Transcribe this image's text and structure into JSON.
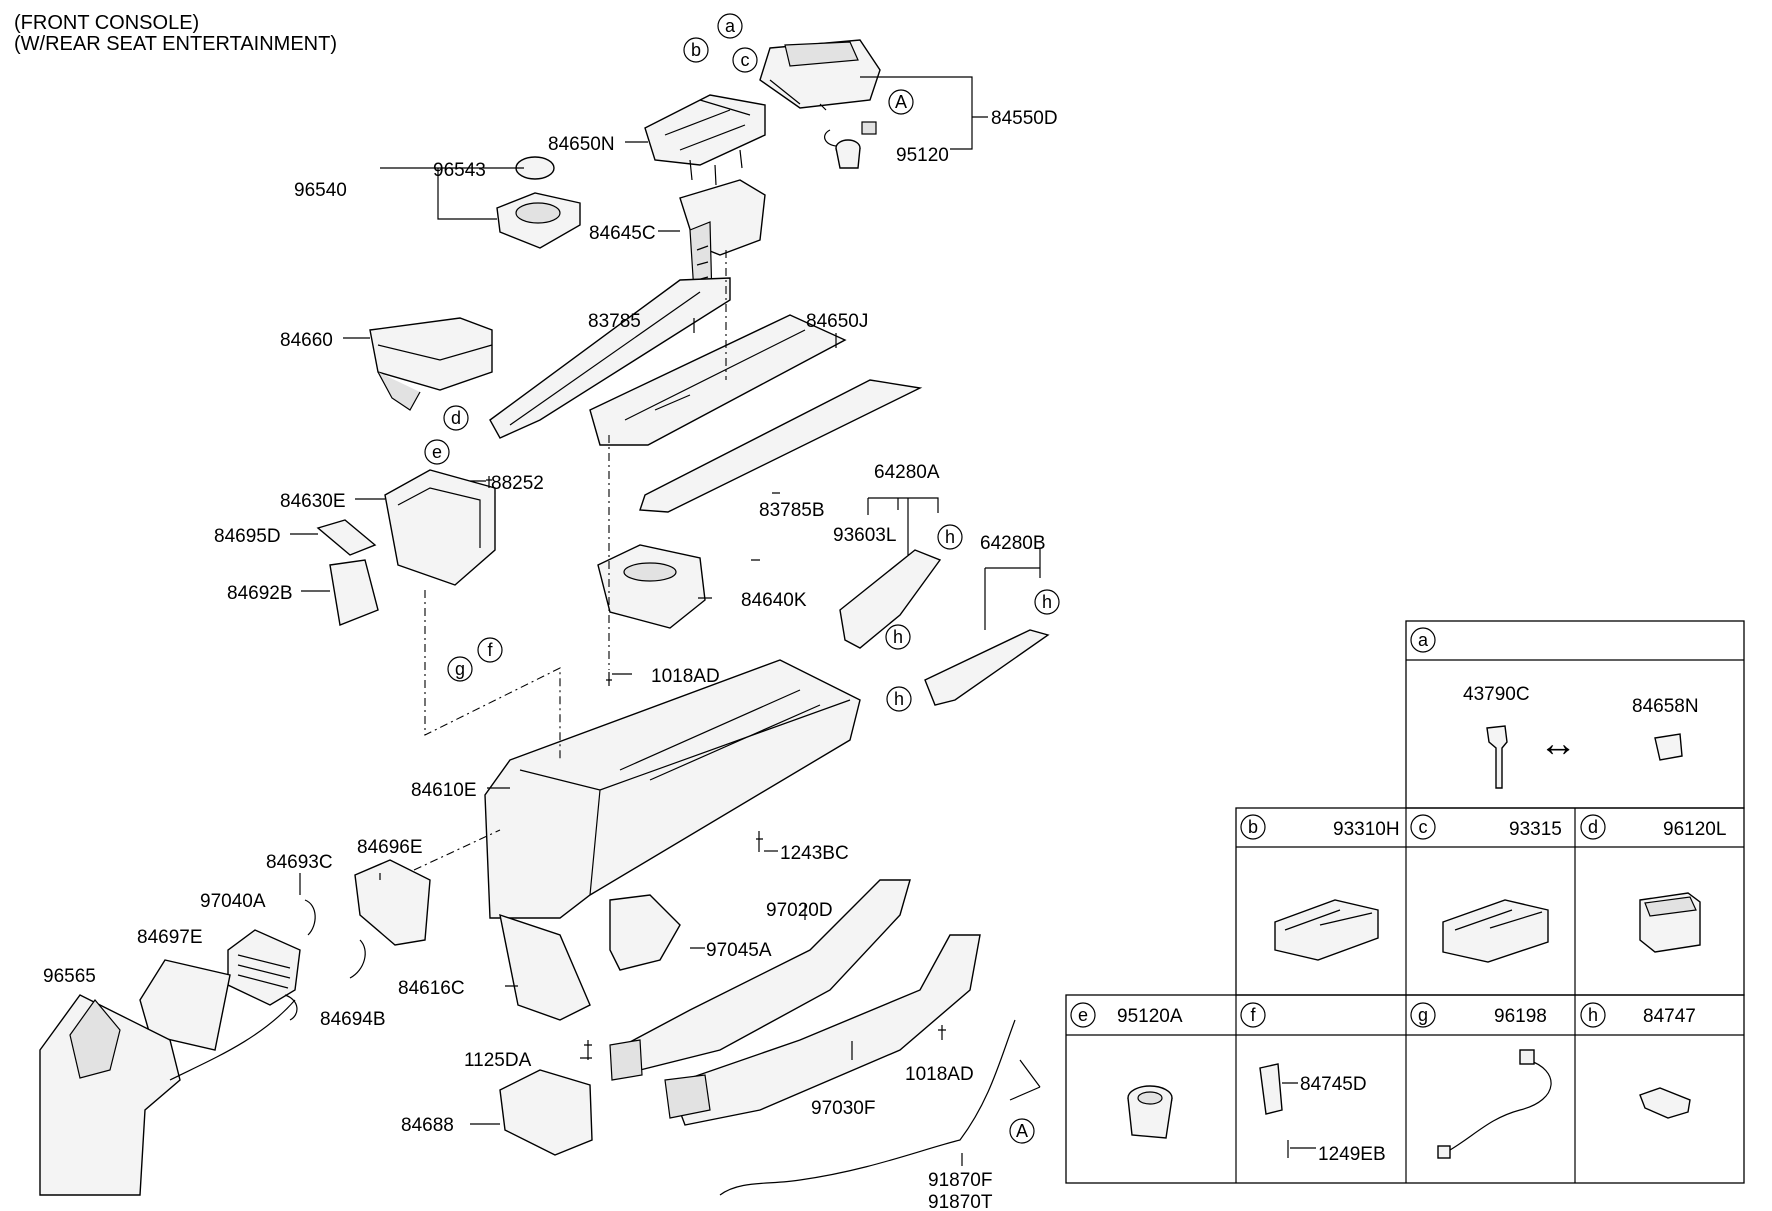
{
  "title": [
    "(FRONT CONSOLE)",
    "(W/REAR SEAT ENTERTAINMENT)"
  ],
  "callouts": {
    "p84550D": "84550D",
    "p95120": "95120",
    "p84650N": "84650N",
    "p96543": "96543",
    "p96540": "96540",
    "p84645C": "84645C",
    "p83785": "83785",
    "p84650J": "84650J",
    "p84660": "84660",
    "p88252": "88252",
    "p84630E": "84630E",
    "p84695D": "84695D",
    "p84692B": "84692B",
    "p83785B": "83785B",
    "p64280A": "64280A",
    "p93603L": "93603L",
    "p64280B": "64280B",
    "p84640K": "84640K",
    "p1018AD_a": "1018AD",
    "p84610E": "84610E",
    "p1243BC": "1243BC",
    "p84693C": "84693C",
    "p84696E": "84696E",
    "p97040A": "97040A",
    "p84697E": "84697E",
    "p96565": "96565",
    "p84694B": "84694B",
    "p97020D": "97020D",
    "p97045A": "97045A",
    "p84616C": "84616C",
    "p1125DA": "1125DA",
    "p1018AD_b": "1018AD",
    "p97030F": "97030F",
    "p84688": "84688",
    "p91870F": "91870F",
    "p91870T": "91870T"
  },
  "letters": {
    "a": "a",
    "b": "b",
    "c": "c",
    "d": "d",
    "e": "e",
    "f": "f",
    "g": "g",
    "h": "h",
    "A": "A"
  },
  "legend": {
    "a": {
      "letter": "a",
      "parts": [
        "43790C",
        "84658N"
      ],
      "arrow": "↔"
    },
    "b": {
      "letter": "b",
      "part": "93310H"
    },
    "c": {
      "letter": "c",
      "part": "93315"
    },
    "d": {
      "letter": "d",
      "part": "96120L"
    },
    "e": {
      "letter": "e",
      "part": "95120A"
    },
    "f": {
      "letter": "f",
      "parts": [
        "84745D",
        "1249EB"
      ]
    },
    "g": {
      "letter": "g",
      "part": "96198"
    },
    "h": {
      "letter": "h",
      "part": "84747"
    }
  }
}
